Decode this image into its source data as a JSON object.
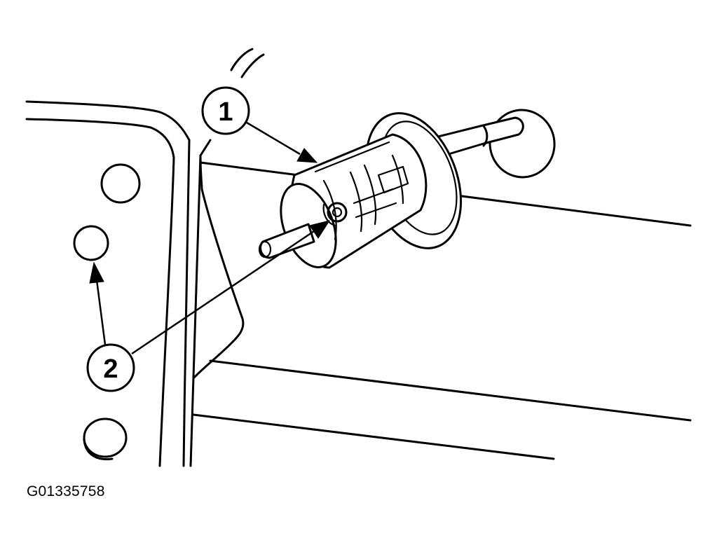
{
  "callouts": [
    {
      "id": "1",
      "label": "1"
    },
    {
      "id": "2",
      "label": "2"
    }
  ],
  "figure_id": "G01335758",
  "colors": {
    "ink": "#000000",
    "paper": "#ffffff"
  }
}
